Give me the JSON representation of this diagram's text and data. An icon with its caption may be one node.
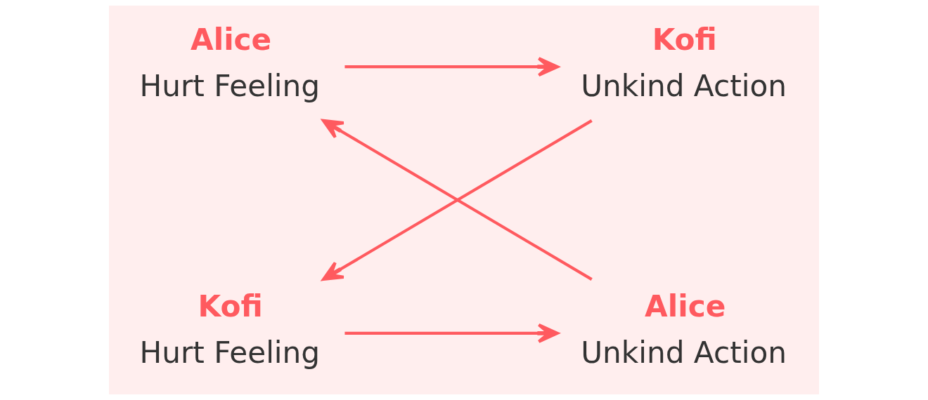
{
  "diagram": {
    "nodes": [
      {
        "text": [
          "Alice",
          "Hurt Feeling"
        ]
      },
      {
        "text": [
          "Alice",
          "Unkind Action"
        ]
      },
      {
        "text": [
          "Kofi",
          "Unkind Action"
        ]
      },
      {
        "text": [
          "Kofi",
          "Hurt Feeling"
        ]
      }
    ],
    "edges": [
      {
        "from": 1,
        "to": 0,
        "arrow": "to"
      },
      {
        "from": 0,
        "to": 2,
        "arrow": "to"
      },
      {
        "from": 2,
        "to": 3,
        "arrow": "to"
      },
      {
        "from": 3,
        "to": 1,
        "arrow": "to"
      }
    ]
  }
}
